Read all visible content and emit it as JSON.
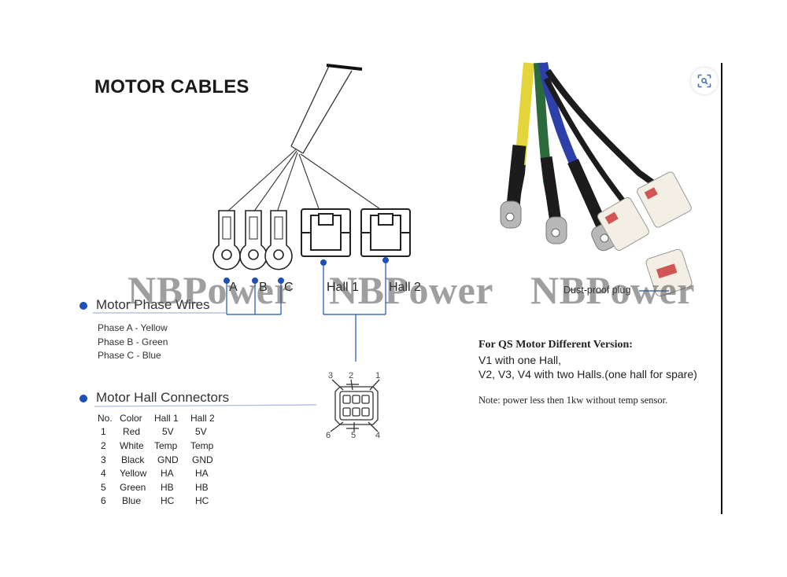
{
  "title": "MOTOR CABLES",
  "phase_labels": [
    "A",
    "B",
    "C"
  ],
  "hall_labels": [
    "Hall 1",
    "Hall 2"
  ],
  "sections": {
    "phase_wires": "Motor Phase Wires",
    "hall_connectors": "Motor Hall Connectors"
  },
  "phase_list": [
    "Phase A - Yellow",
    "Phase B - Green",
    "Phase C - Blue"
  ],
  "hall_table": {
    "headers": [
      "No.",
      "Color",
      "Hall 1",
      "Hall 2"
    ],
    "rows": [
      [
        "1",
        "Red",
        "5V",
        "5V"
      ],
      [
        "2",
        "White",
        "Temp",
        "Temp"
      ],
      [
        "3",
        "Black",
        "GND",
        "GND"
      ],
      [
        "4",
        "Yellow",
        "HA",
        "HA"
      ],
      [
        "5",
        "Green",
        "HB",
        "HB"
      ],
      [
        "6",
        "Blue",
        "HC",
        "HC"
      ]
    ]
  },
  "connector_pins": {
    "top": [
      "3",
      "2",
      "1"
    ],
    "bottom": [
      "6",
      "5",
      "4"
    ]
  },
  "photo_label": "Dust-proof plug",
  "notes": {
    "heading": "For QS Motor Different Version:",
    "line1": "V1 with one Hall,",
    "line2": "V2, V3, V4 with two Halls.(one hall for spare)",
    "line3": "Note: power less then 1kw without temp sensor."
  },
  "watermark": "NBPower",
  "colors": {
    "accent_blue": "#1f4fb8",
    "wire_yellow": "#e3d53a",
    "wire_green": "#2b6a3a",
    "wire_blue": "#2d3fa8",
    "wire_black": "#1c1c1c"
  },
  "icons": {
    "scan": "visual-search-icon"
  }
}
